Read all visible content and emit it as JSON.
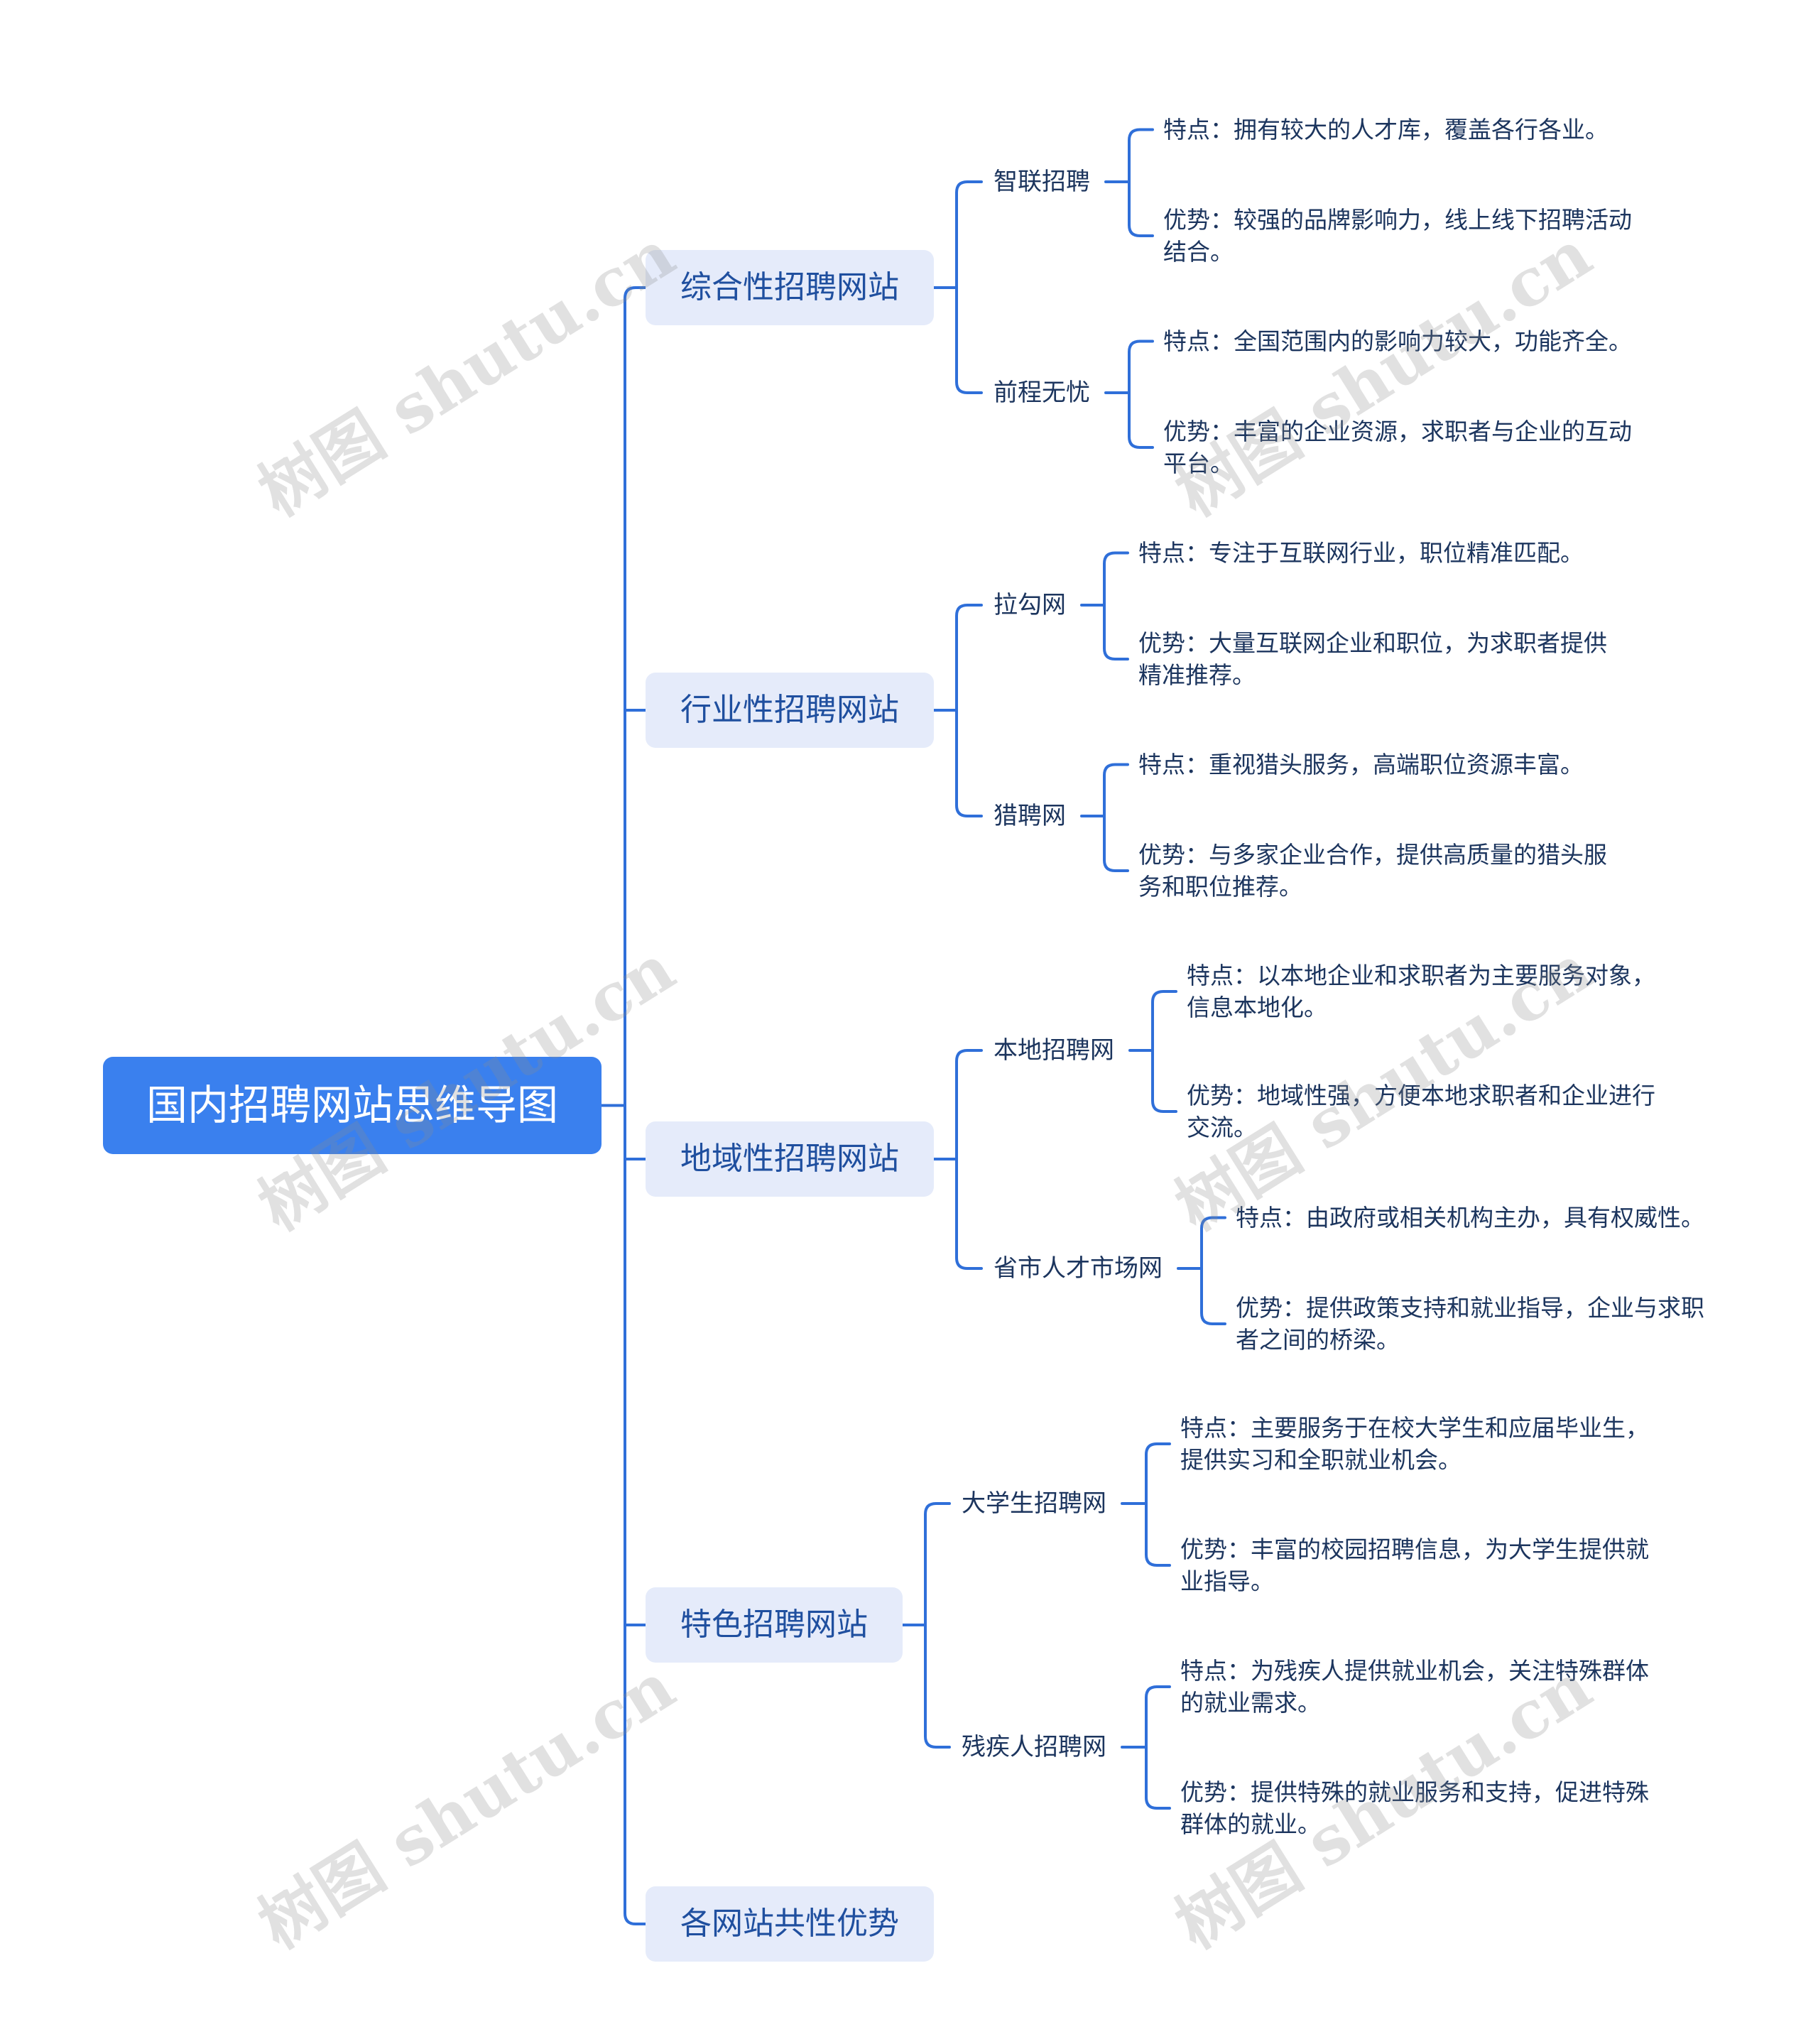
{
  "watermark": "树图 shutu.cn",
  "theme": {
    "root_bg": "#3a80ee",
    "branch_bg": "#e5ebfa",
    "branch_text": "#1f4f9f",
    "line": "#2f6fd9",
    "text": "#1c355e"
  },
  "mindmap": {
    "root": "国内招聘网站思维导图",
    "branches": [
      {
        "label": "综合性招聘网站",
        "children": [
          {
            "label": "智联招聘",
            "children": [
              "特点：拥有较大的人才库，覆盖各行各业。",
              "优势：较强的品牌影响力，线上线下招聘活动结合。"
            ]
          },
          {
            "label": "前程无忧",
            "children": [
              "特点：全国范围内的影响力较大，功能齐全。",
              "优势：丰富的企业资源，求职者与企业的互动平台。"
            ]
          }
        ]
      },
      {
        "label": "行业性招聘网站",
        "children": [
          {
            "label": "拉勾网",
            "children": [
              "特点：专注于互联网行业，职位精准匹配。",
              "优势：大量互联网企业和职位，为求职者提供精准推荐。"
            ]
          },
          {
            "label": "猎聘网",
            "children": [
              "特点：重视猎头服务，高端职位资源丰富。",
              "优势：与多家企业合作，提供高质量的猎头服务和职位推荐。"
            ]
          }
        ]
      },
      {
        "label": "地域性招聘网站",
        "children": [
          {
            "label": "本地招聘网",
            "children": [
              "特点：以本地企业和求职者为主要服务对象，信息本地化。",
              "优势：地域性强，方便本地求职者和企业进行交流。"
            ]
          },
          {
            "label": "省市人才市场网",
            "children": [
              "特点：由政府或相关机构主办，具有权威性。",
              "优势：提供政策支持和就业指导，企业与求职者之间的桥梁。"
            ]
          }
        ]
      },
      {
        "label": "特色招聘网站",
        "children": [
          {
            "label": "大学生招聘网",
            "children": [
              "特点：主要服务于在校大学生和应届毕业生，提供实习和全职就业机会。",
              "优势：丰富的校园招聘信息，为大学生提供就业指导。"
            ]
          },
          {
            "label": "残疾人招聘网",
            "children": [
              "特点：为残疾人提供就业机会，关注特殊群体的就业需求。",
              "优势：提供特殊的就业服务和支持，促进特殊群体的就业。"
            ]
          }
        ]
      },
      {
        "label": "各网站共性优势",
        "children": []
      }
    ]
  }
}
